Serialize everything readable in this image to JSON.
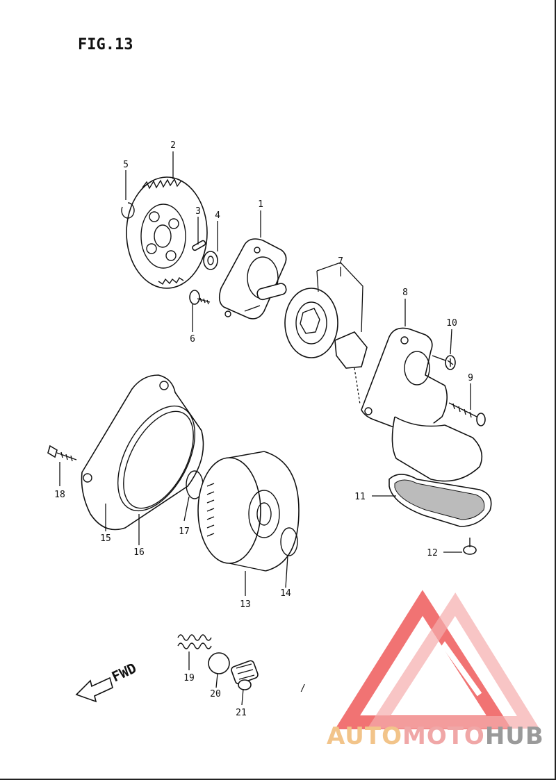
{
  "figure": {
    "title": "FIG.13"
  },
  "callouts": {
    "c1": "1",
    "c2": "2",
    "c3": "3",
    "c4": "4",
    "c5": "5",
    "c6": "6",
    "c7": "7",
    "c8": "8",
    "c9": "9",
    "c10": "10",
    "c11": "11",
    "c12": "12",
    "c13": "13",
    "c14": "14",
    "c15": "15",
    "c16": "16",
    "c17": "17",
    "c18": "18",
    "c19": "19",
    "c20": "20",
    "c21": "21"
  },
  "direction": {
    "label": "FWD"
  },
  "stray_mark": "/",
  "watermark": {
    "parts": [
      "AUTO",
      "MOTO",
      "HUB"
    ],
    "colors": {
      "auto": "#f2c48a",
      "moto": "#f0a7a7",
      "hub": "#9a9a9a",
      "logo": "#ef5b5b"
    }
  }
}
